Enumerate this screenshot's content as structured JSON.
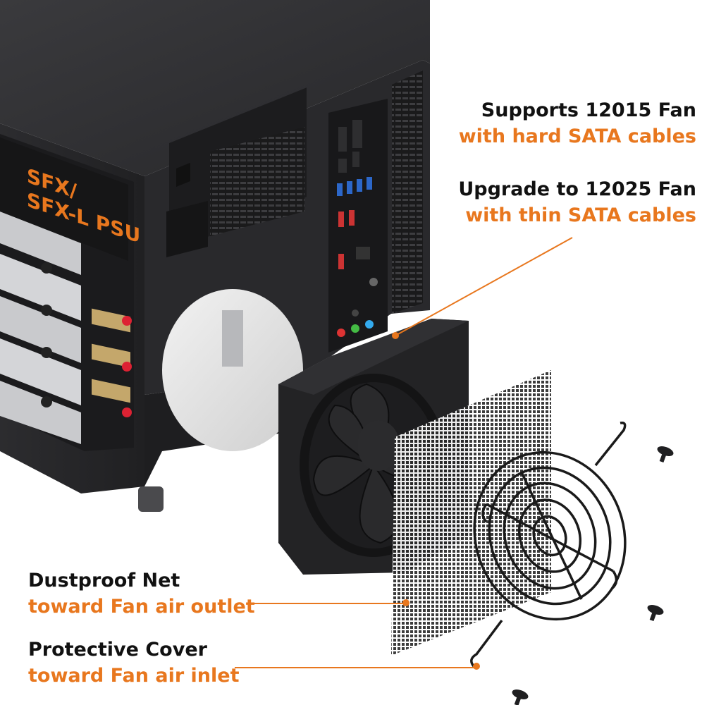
{
  "psu_label": {
    "line1": "SFX/",
    "line2": "SFX-L PSU"
  },
  "callouts": [
    {
      "title": "Supports 12015 Fan",
      "subtitle": "with hard SATA cables"
    },
    {
      "title": "Upgrade to 12025 Fan",
      "subtitle": "with thin SATA cables"
    },
    {
      "title": "Dustproof Net",
      "subtitle": "toward Fan air outlet"
    },
    {
      "title": "Protective Cover",
      "subtitle": "toward Fan air inlet"
    }
  ],
  "colors": {
    "accent": "#e8771e",
    "case": "#2a2a2c",
    "text": "#111111"
  }
}
